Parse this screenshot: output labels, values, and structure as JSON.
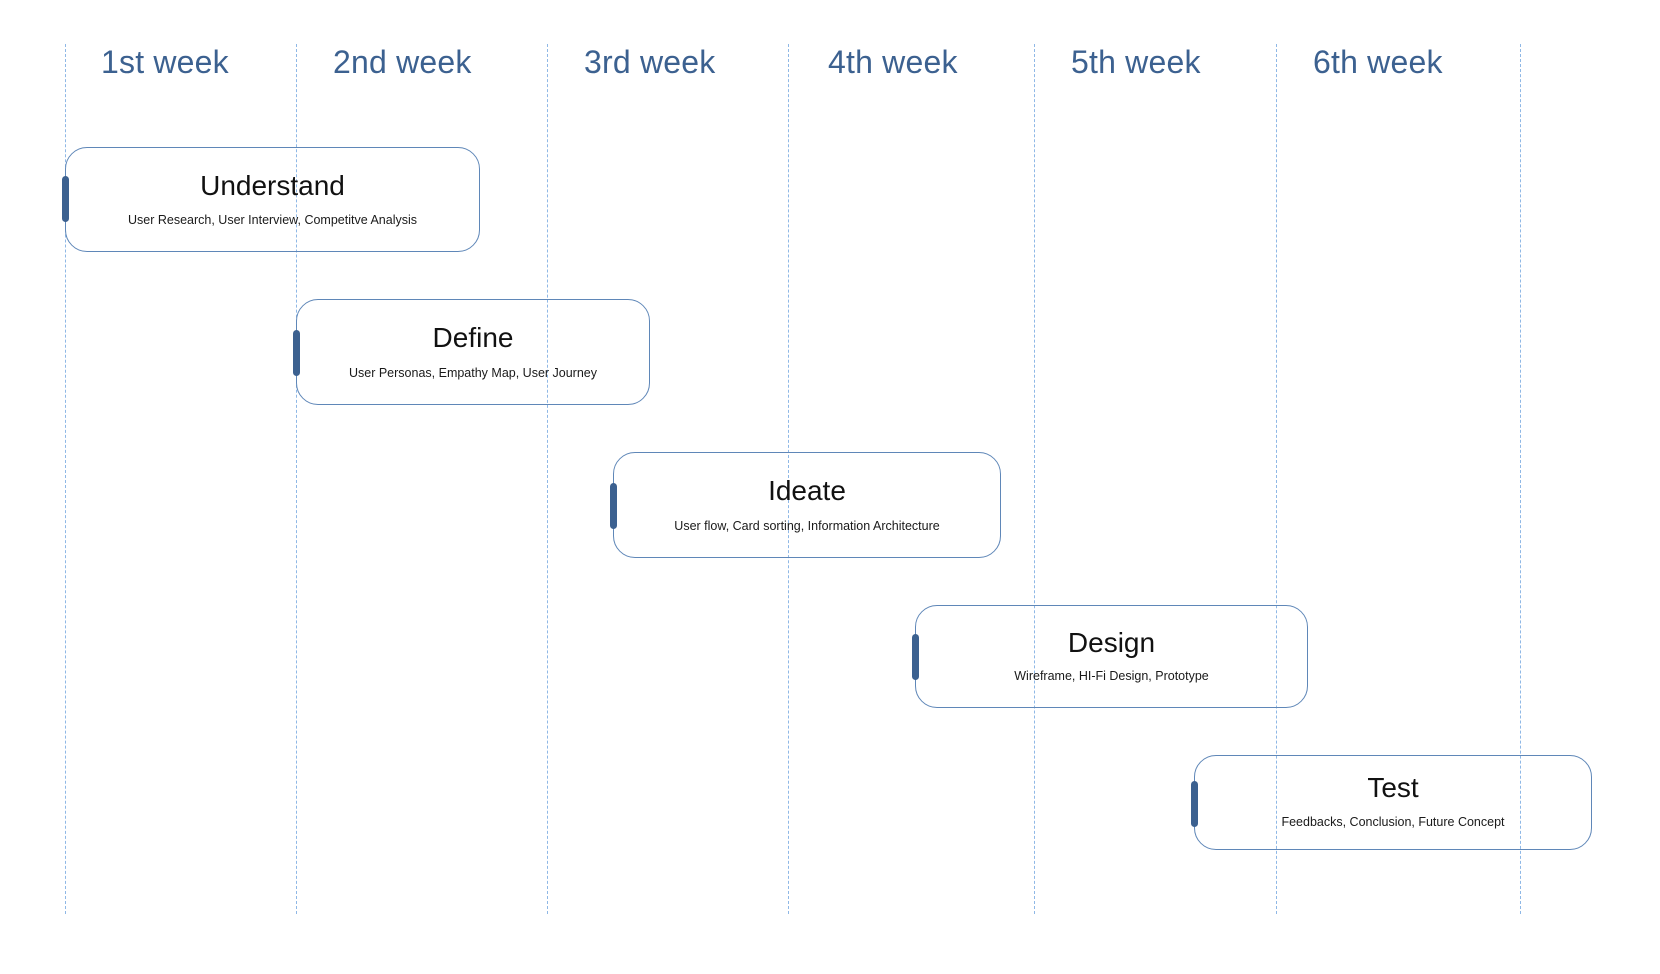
{
  "weeks": [
    {
      "label": "1st week"
    },
    {
      "label": "2nd week"
    },
    {
      "label": "3rd week"
    },
    {
      "label": "4th week"
    },
    {
      "label": "5th week"
    },
    {
      "label": "6th week"
    }
  ],
  "phases": [
    {
      "title": "Understand",
      "activities": "User Research, User Interview, Competitve Analysis"
    },
    {
      "title": "Define",
      "activities": "User Personas, Empathy Map, User Journey"
    },
    {
      "title": "Ideate",
      "activities": "User flow, Card sorting, Information Architecture"
    },
    {
      "title": "Design",
      "activities": "Wireframe, HI-Fi Design, Prototype"
    },
    {
      "title": "Test",
      "activities": "Feedbacks, Conclusion, Future Concept"
    }
  ],
  "colors": {
    "accent": "#3c6190",
    "gridline": "#8fb8e6",
    "border": "#5f87b8"
  }
}
